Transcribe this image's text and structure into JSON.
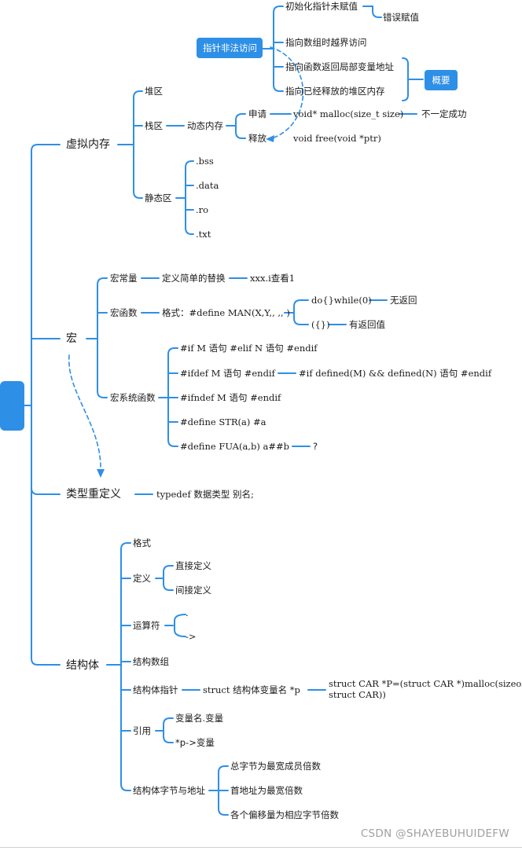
{
  "watermark": "CSDN @SHAYEBUHUIDEFW",
  "root_label": "",
  "callouts": {
    "pointer_illegal": "指针非法访问",
    "overview": "概要"
  },
  "virtual_memory": {
    "title": "虚拟内存",
    "heap": "堆区",
    "stack": "栈区",
    "dynamic": "动态内存",
    "apply": "申请",
    "release": "释放",
    "malloc": "void* malloc(size_t size)",
    "not_success": "不一定成功",
    "free": "void free(void *ptr)",
    "static": "静态区",
    "bss": ".bss",
    "data": ".data",
    "ro": ".ro",
    "txt": ".txt",
    "uninit": "初始化指针未赋值",
    "wrong_assign": "错误赋值",
    "array_out": "指向数组时越界访问",
    "func_local": "指向函数返回局部变量地址",
    "freed_heap": "指向已经释放的堆区内存"
  },
  "macro": {
    "title": "宏",
    "const": "宏常量",
    "const_def": "定义简单的替换",
    "const_view": "xxx.i查看1",
    "func": "宏函数",
    "func_fmt": "格式：#define  MAN(X,Y,, ,, )",
    "dowhile": "do{}while(0)",
    "no_return": "无返回",
    "paren": "({})",
    "has_return": "有返回值",
    "sys": "宏系统函数",
    "if": "#if  M  语句  #elif   N  语句   #endif",
    "ifdef": "#ifdef   M  语句  #endif",
    "ifdefined": "#if   defined(M)  &&  defined(N)    语句  #endif",
    "ifndef": "#ifndef  M  语句   #endif",
    "str": "#define   STR(a)    #a",
    "fua": "#define     FUA(a,b)    a##b",
    "question": "?"
  },
  "typedef": {
    "title": "类型重定义",
    "desc": "typedef    数据类型  别名;"
  },
  "struct": {
    "title": "结构体",
    "format": "格式",
    "define": "定义",
    "direct": "直接定义",
    "indirect": "间接定义",
    "operator": "运算符",
    "dot": ".",
    "arrow": "->",
    "array": "结构数组",
    "pointer": "结构体指针",
    "ptr_var": "struct   结构体变量名  *p",
    "ptr_code_1": "struct  CAR   *P=(struct CAR *)malloc(sizeof(",
    "ptr_code_2": "struct CAR))",
    "ref": "引用",
    "ref_dot": "变量名.变量",
    "ref_arrow": "*p->变量",
    "bytes": "结构体字节与地址",
    "total": "总字节为最宽成员倍数",
    "first": "首地址为最宽倍数",
    "offset": "各个偏移量为相应字节倍数"
  }
}
